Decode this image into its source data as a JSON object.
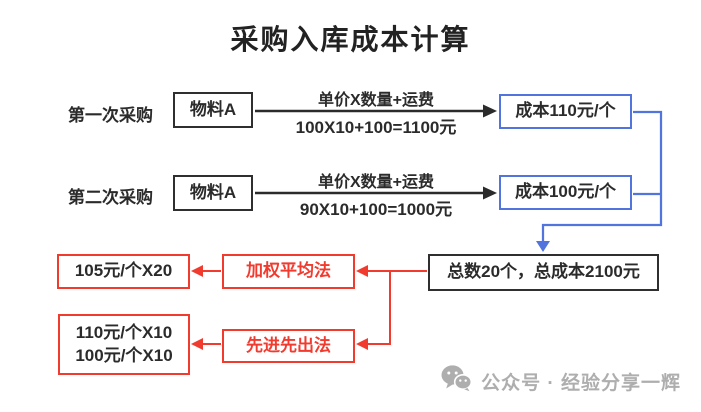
{
  "title": "采购入库成本计算",
  "colors": {
    "accent_blue": "#5274dd",
    "accent_red": "#f23b2f",
    "ink": "#2b2b2b",
    "watermark_gray": "#aeaeae"
  },
  "purchases": [
    {
      "label": "第一次采购",
      "material": "物料A",
      "formula_title": "单价X数量+运费",
      "formula": "100X10+100=1100元",
      "result": "成本110元/个"
    },
    {
      "label": "第二次采购",
      "material": "物料A",
      "formula_title": "单价X数量+运费",
      "formula": "90X10+100=1000元",
      "result": "成本100元/个"
    }
  ],
  "total": "总数20个，总成本2100元",
  "methods": [
    {
      "name": "加权平均法",
      "lines": [
        "105元/个X20"
      ]
    },
    {
      "name": "先进先出法",
      "lines": [
        "110元/个X10",
        "100元/个X10"
      ]
    }
  ],
  "watermark": {
    "icon": "wechat-icon",
    "text": "公众号 · 经验分享一辉"
  }
}
